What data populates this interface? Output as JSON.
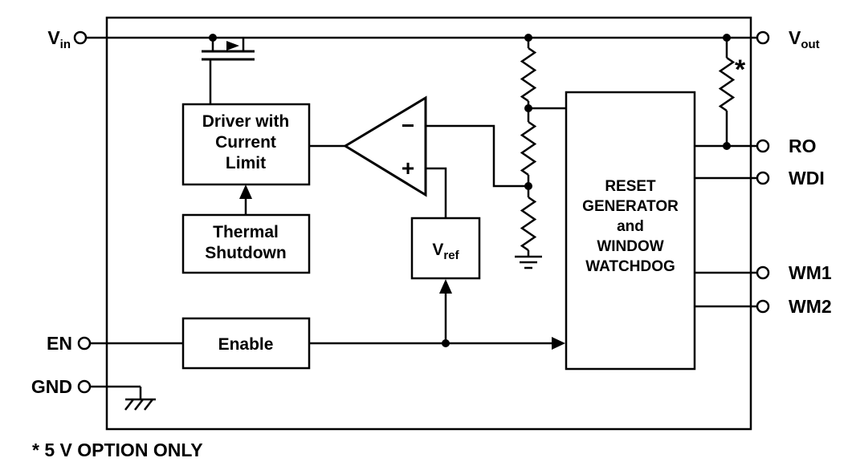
{
  "pins": {
    "vin": {
      "name": "V",
      "sub": "in"
    },
    "vout": {
      "name": "V",
      "sub": "out"
    },
    "ro": {
      "name": "RO"
    },
    "wdi": {
      "name": "WDI"
    },
    "wm1": {
      "name": "WM1"
    },
    "wm2": {
      "name": "WM2"
    },
    "en": {
      "name": "EN"
    },
    "gnd": {
      "name": "GND"
    }
  },
  "blocks": {
    "driver": {
      "lines": [
        "Driver with",
        "Current",
        "Limit"
      ]
    },
    "thermal": {
      "lines": [
        "Thermal",
        "Shutdown"
      ]
    },
    "enable": {
      "label": "Enable"
    },
    "vref": {
      "name": "V",
      "sub": "ref"
    },
    "reset": {
      "lines": [
        "RESET",
        "GENERATOR",
        "and",
        "WINDOW",
        "WATCHDOG"
      ]
    }
  },
  "error_amp": {
    "minus": "−",
    "plus": "+"
  },
  "notes": {
    "asterisk": "*",
    "footnote": "* 5 V OPTION ONLY"
  },
  "colors": {
    "line": "#000000",
    "background": "#ffffff"
  }
}
